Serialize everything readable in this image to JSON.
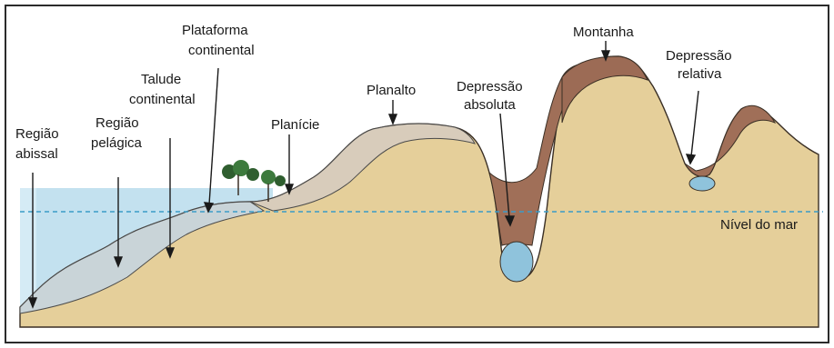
{
  "labels": {
    "regiao_abissal": [
      "Região",
      "abissal"
    ],
    "regiao_pelagica": [
      "Região",
      "pelágica"
    ],
    "talude_continental": [
      "Talude",
      "continental"
    ],
    "plataforma_continental": [
      "Plataforma",
      "continental"
    ],
    "planicie": [
      "Planície"
    ],
    "planalto": [
      "Planalto"
    ],
    "depressao_absoluta": [
      "Depressão",
      "absoluta"
    ],
    "montanha": [
      "Montanha"
    ],
    "depressao_relativa": [
      "Depressão",
      "relativa"
    ],
    "nivel_do_mar": [
      "Nível do mar"
    ]
  },
  "colors": {
    "sea": "#b9dcec",
    "sea_dark": "#8fc3dc",
    "ground": "#e5cf9a",
    "rock": "#a06f58",
    "rock_light": "#cdbfae",
    "sea_level_line": "#3a9cc7",
    "frame": "#2b2b2b"
  }
}
